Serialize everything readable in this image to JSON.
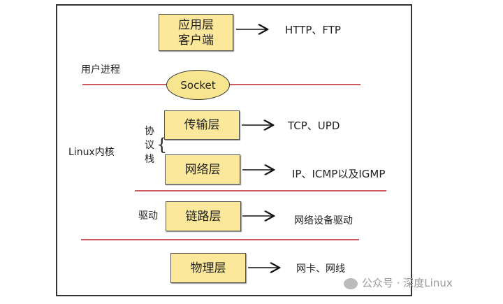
{
  "layers": {
    "application": {
      "line1": "应用层",
      "line2": "客户端",
      "protocols": "HTTP、FTP"
    },
    "transport": {
      "label": "传输层",
      "protocols": "TCP、UPD"
    },
    "network": {
      "label": "网络层",
      "protocols": "IP、ICMP以及IGMP"
    },
    "link": {
      "label": "链路层",
      "protocols": "网络设备驱动"
    },
    "physical": {
      "label": "物理层",
      "protocols": "网卡、网线"
    }
  },
  "labels": {
    "user_process": "用户进程",
    "socket": "Socket",
    "linux_kernel": "Linux内核",
    "protocol_stack": [
      "协",
      "议",
      "栈"
    ],
    "brace": "{",
    "driver": "驱动"
  },
  "watermark": "公众号 · 深度Linux",
  "colors": {
    "box_fill": "#fbe89a",
    "divider": "#c0202a"
  }
}
